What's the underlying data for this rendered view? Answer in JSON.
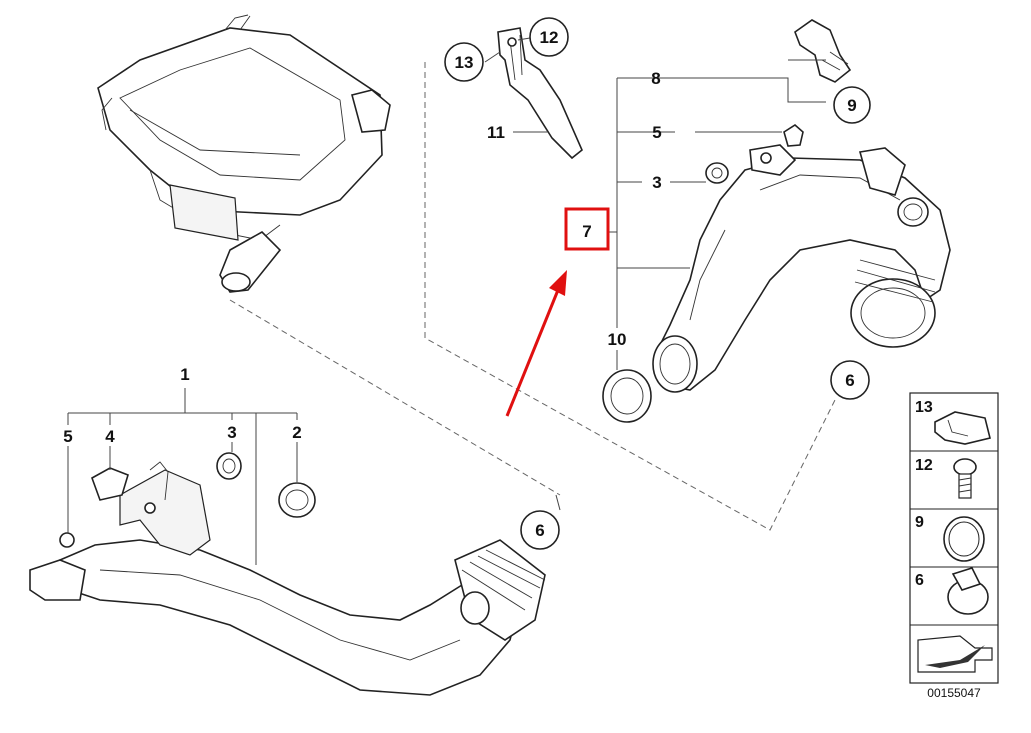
{
  "callouts": {
    "c1": "1",
    "c2": "2",
    "c3a": "3",
    "c3b": "3",
    "c4": "4",
    "c5a": "5",
    "c5b": "5",
    "c6a": "6",
    "c6b": "6",
    "c7": "7",
    "c8": "8",
    "c9": "9",
    "c10": "10",
    "c11": "11",
    "c12": "12",
    "c13": "13"
  },
  "legend": {
    "r13": "13",
    "r12": "12",
    "r9": "9",
    "r6": "6"
  },
  "part_number": "00155047",
  "highlight_color": "#e01010"
}
